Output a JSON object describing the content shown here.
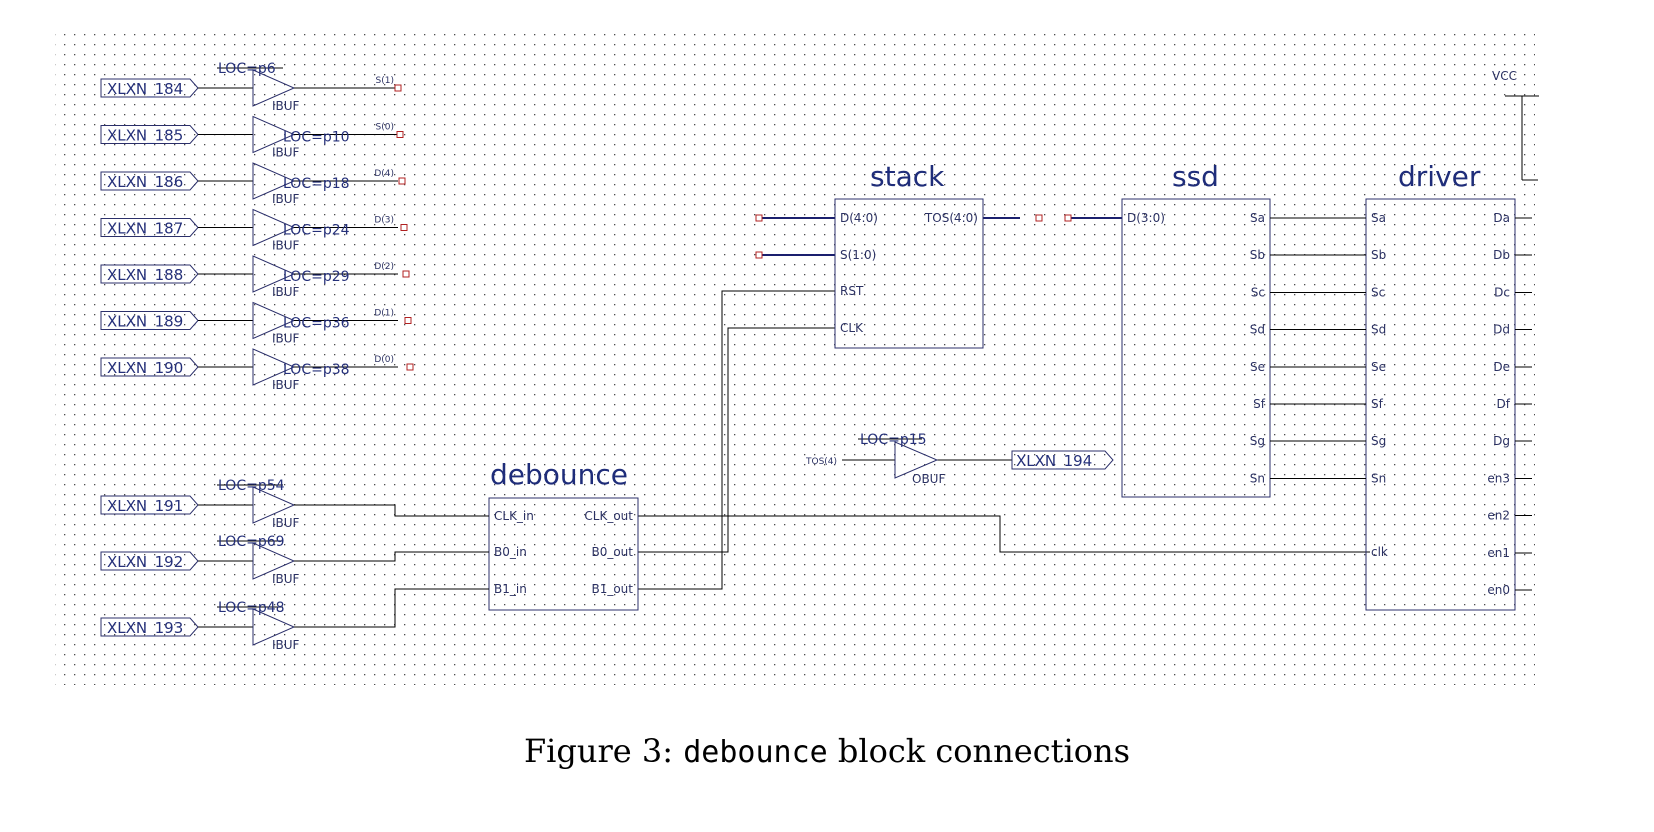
{
  "inputs": [
    {
      "name": "XLXN_184",
      "loc": "LOC=p6",
      "buf": "IBUF",
      "net": "S(1)"
    },
    {
      "name": "XLXN_185",
      "loc": "LOC=p10",
      "buf": "IBUF",
      "net": "S(0)"
    },
    {
      "name": "XLXN_186",
      "loc": "LOC=p18",
      "buf": "IBUF",
      "net": "D(4)"
    },
    {
      "name": "XLXN_187",
      "loc": "LOC=p24",
      "buf": "IBUF",
      "net": "D(3)"
    },
    {
      "name": "XLXN_188",
      "loc": "LOC=p29",
      "buf": "IBUF",
      "net": "D(2)"
    },
    {
      "name": "XLXN_189",
      "loc": "LOC=p36",
      "buf": "IBUF",
      "net": "D(1)"
    },
    {
      "name": "XLXN_190",
      "loc": "LOC=p38",
      "buf": "IBUF",
      "net": "D(0)"
    }
  ],
  "buttons": [
    {
      "name": "XLXN_191",
      "loc": "LOC=p54",
      "buf": "IBUF"
    },
    {
      "name": "XLXN_192",
      "loc": "LOC=p69",
      "buf": "IBUF"
    },
    {
      "name": "XLXN_193",
      "loc": "LOC=p48",
      "buf": "IBUF"
    }
  ],
  "debounce": {
    "title": "debounce",
    "in": [
      "CLK_in",
      "B0_in",
      "B1_in"
    ],
    "out": [
      "CLK_out",
      "B0_out",
      "B1_out"
    ]
  },
  "stack": {
    "title": "stack",
    "in": [
      "D(4:0)",
      "S(1:0)",
      "RST",
      "CLK"
    ],
    "out": "TOS(4:0)"
  },
  "ssd": {
    "title": "ssd",
    "in": "D(3:0)",
    "out": [
      "Sa",
      "Sb",
      "Sc",
      "Sd",
      "Se",
      "Sf",
      "Sg",
      "Sn"
    ]
  },
  "driver": {
    "title": "driver",
    "in": [
      "Sa",
      "Sb",
      "Sc",
      "Sd",
      "Se",
      "Sf",
      "Sg",
      "Sn",
      "clk"
    ],
    "out": [
      "Da",
      "Db",
      "Dc",
      "Dd",
      "De",
      "Df",
      "Dg",
      "en3",
      "en2",
      "en1",
      "en0"
    ]
  },
  "obuf": {
    "loc": "LOC=p15",
    "buf": "OBUF",
    "net": "TOS(4)",
    "port": "XLXN_194"
  },
  "vcc": "VCC",
  "caption": {
    "prefix": "Figure 3: ",
    "code": "debounce",
    "suffix": " block connections"
  }
}
